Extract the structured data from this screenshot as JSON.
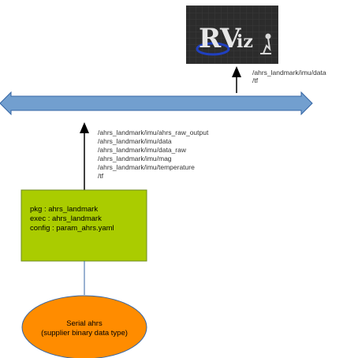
{
  "rviz_logo": {
    "text_big": "RV",
    "text_small": "iz"
  },
  "rviz_topics": [
    "/ahrs_landmark/imu/data",
    "/tf"
  ],
  "bus_topics": [
    "/ahrs_landmark/imu/ahrs_raw_output",
    "/ahrs_landmark/imu/data",
    "/ahrs_landmark/imu/data_raw",
    "/ahrs_landmark/imu/mag",
    "/ahrs_landmark/imu/temperature",
    "/tf"
  ],
  "node": {
    "pkg": "pkg : ahrs_landmark",
    "exec": "exec : ahrs_landmark",
    "config": "config : param_ahrs.yaml"
  },
  "source": {
    "line1": "Serial ahrs",
    "line2": "(supplier binary data type)"
  },
  "colors": {
    "bus_fill": "#729fcf",
    "bus_stroke": "#3465a4",
    "node_fill": "#aacc00",
    "source_fill": "#ff8c00",
    "rviz_bg": "#2a2a2a"
  }
}
